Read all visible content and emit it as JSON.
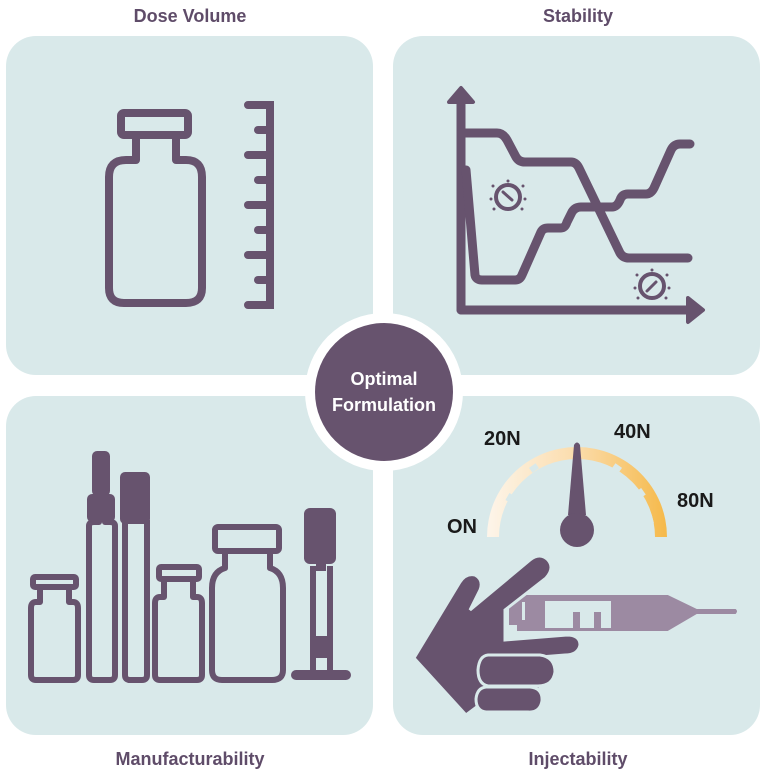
{
  "quadrants": {
    "dose_volume": {
      "title": "Dose Volume"
    },
    "stability": {
      "title": "Stability"
    },
    "manufacturability": {
      "title": "Manufacturability"
    },
    "injectability": {
      "title": "Injectability",
      "gauge_labels": [
        "ON",
        "20N",
        "40N",
        "80N"
      ]
    }
  },
  "center": {
    "line1": "Optimal",
    "line2": "Formulation"
  },
  "colors": {
    "panel_bg": "#d9e9ea",
    "icon_purple": "#67536e",
    "syringe_light": "#9c8aa2",
    "gauge_start": "#fdf5ea",
    "gauge_end": "#f5b94a",
    "title_text": "#5f4c69"
  }
}
